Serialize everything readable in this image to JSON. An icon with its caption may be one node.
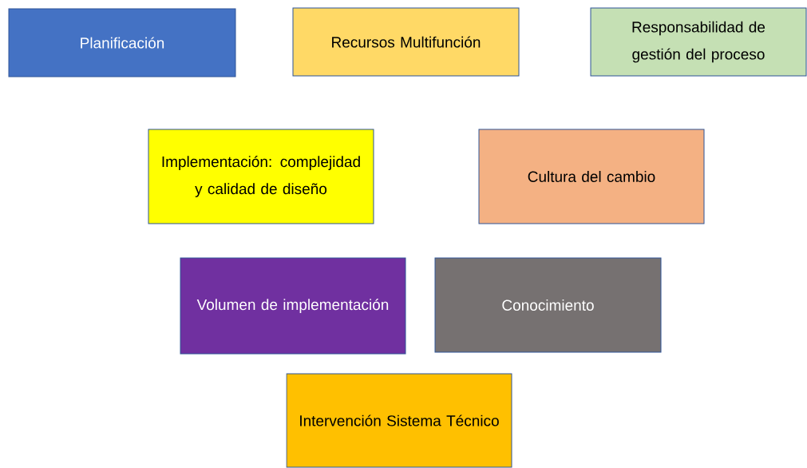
{
  "diagram": {
    "nodes": [
      {
        "text": [
          "Planificación"
        ]
      },
      {
        "text": [
          "Recursos Multifunción"
        ]
      },
      {
        "text": [
          "Responsabilidad de gestión del proceso"
        ]
      },
      {
        "text": [
          "Implementación: complejidad y calidad de diseño"
        ]
      },
      {
        "text": [
          "Cultura del cambio"
        ]
      },
      {
        "text": [
          "Volumen de implementación"
        ]
      },
      {
        "text": [
          "Conocimiento"
        ]
      },
      {
        "text": [
          "Intervención Sistema Técnico"
        ]
      }
    ]
  }
}
